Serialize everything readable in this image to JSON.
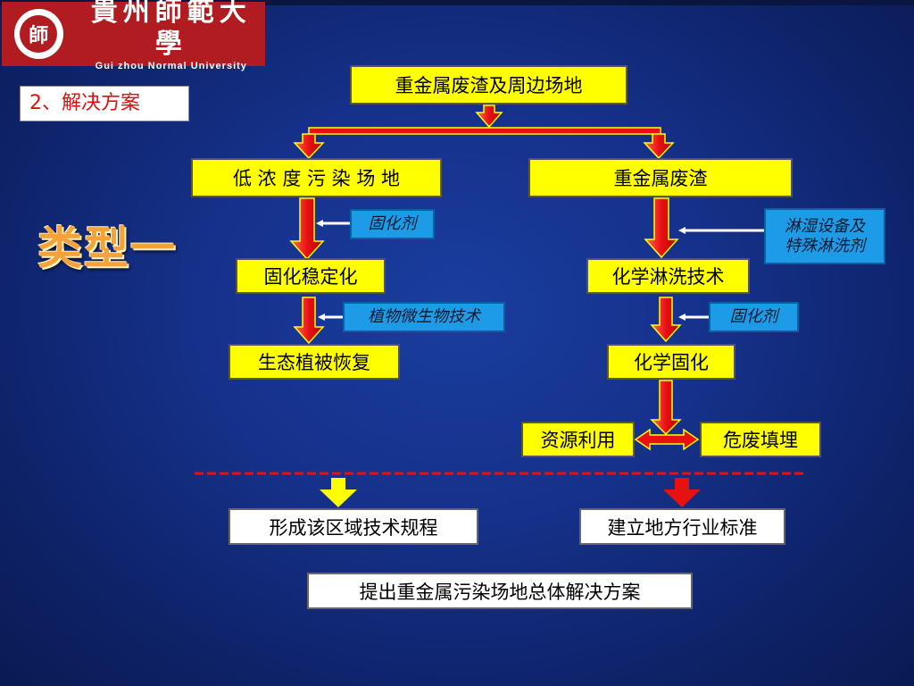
{
  "logo": {
    "seal_char": "師",
    "name_cn": "貴州師範大學",
    "name_en": "Gui zhou Normal University"
  },
  "section_label": "2、解决方案",
  "type_label": "类型一",
  "nodes": {
    "top": "重金属废渣及周边场地",
    "low_conc": "低 浓 度 污 染 场 地",
    "waste": "重金属废渣",
    "solidify_stable": "固化稳定化",
    "chem_wash": "化学淋洗技术",
    "eco_restore": "生态植被恢复",
    "chem_solidify": "化学固化",
    "resource_use": "资源利用",
    "hazard_landfill": "危废填埋",
    "regional_rules": "形成该区域技术规程",
    "industry_standard": "建立地方行业标准",
    "overall_plan": "提出重金属污染场地总体解决方案"
  },
  "agents": {
    "solidifier_left": "固化剂",
    "plant_microbe": "植物微生物技术",
    "wash_equipment": "淋湿设备及特殊淋洗剂",
    "solidifier_right": "固化剂"
  },
  "colors": {
    "background": "#15318a",
    "node_yellow": "#ffff00",
    "agent_blue": "#1e9be6",
    "arrow_red": "#e81010",
    "arrow_yellow": "#ffff00",
    "logo_red": "#b01c20",
    "type_label": "#f4a23a"
  }
}
